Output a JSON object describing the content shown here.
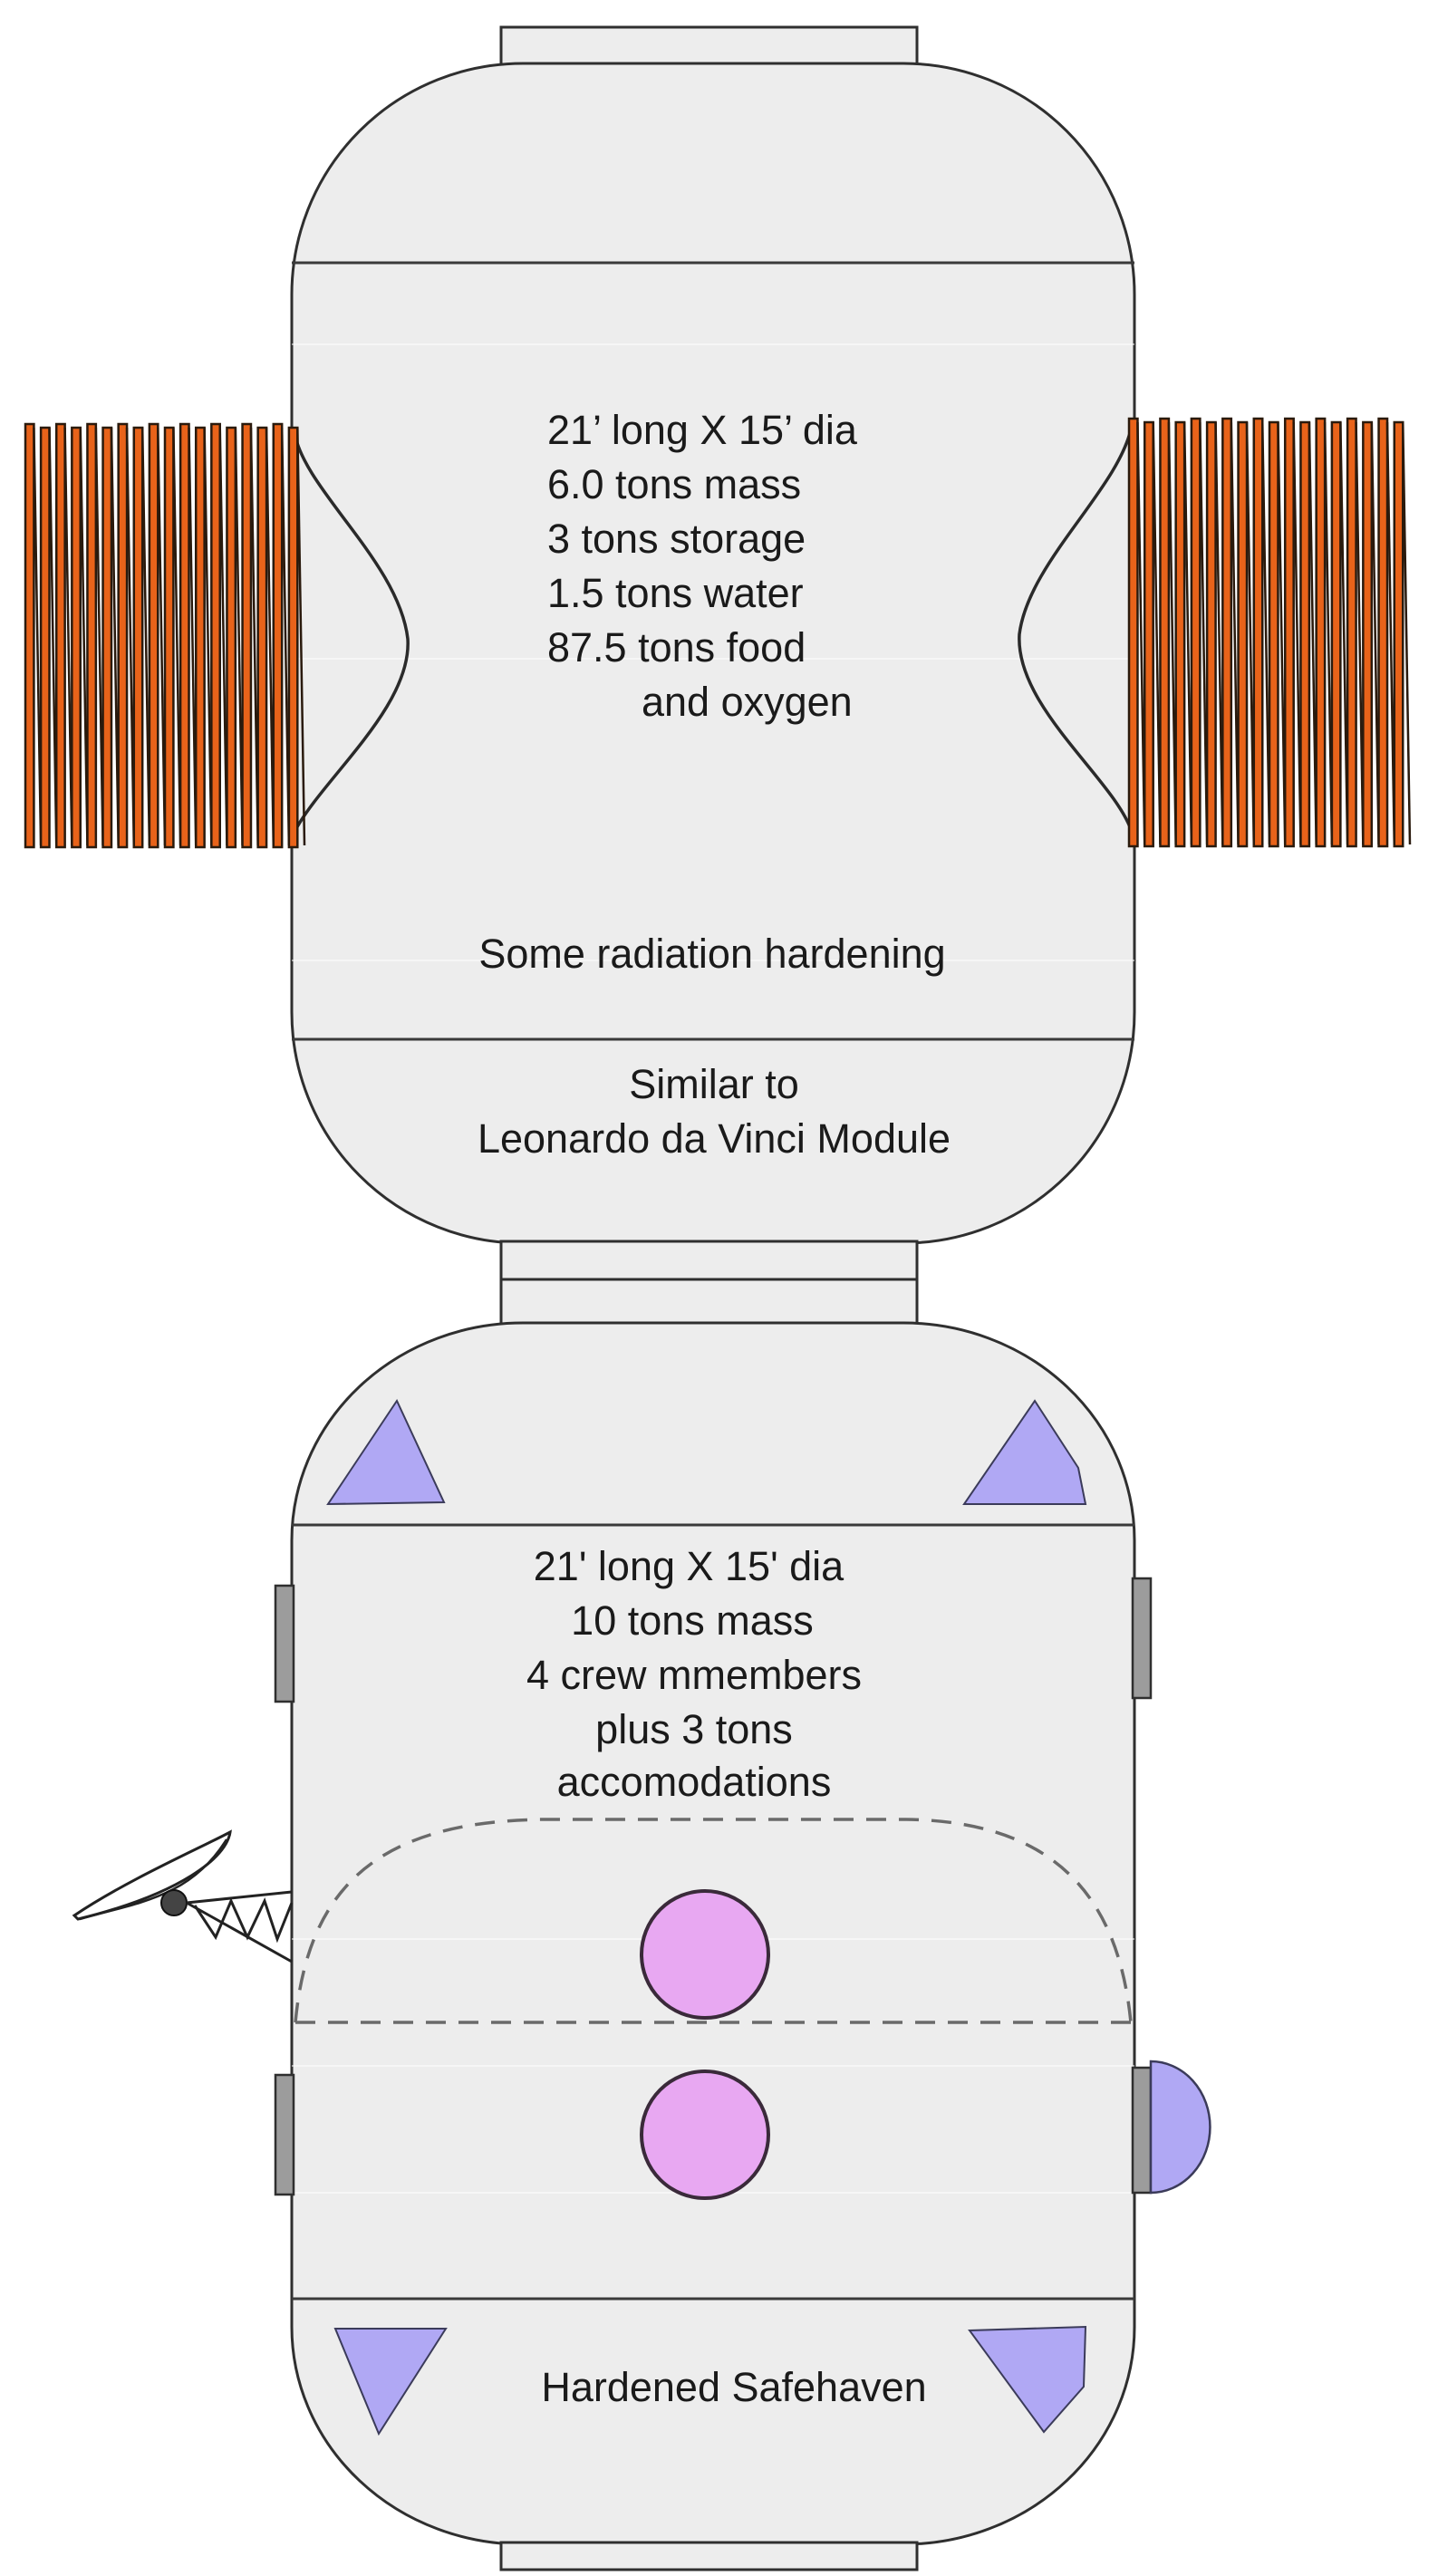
{
  "upper_module": {
    "spec_lines": [
      "21’ long X 15’ dia",
      "6.0 tons mass",
      "3 tons storage",
      "1.5 tons water",
      "87.5 tons food",
      "and oxygen"
    ],
    "hardening_label": "Some radiation hardening",
    "similar_line_1": "Similar to",
    "similar_line_2": "Leonardo da Vinci Module"
  },
  "lower_module": {
    "spec_lines": [
      "21' long X 15' dia",
      "10 tons mass",
      "4 crew mmembers",
      "plus  3 tons",
      "accomodations"
    ],
    "safehaven_label": "Hardened Safehaven"
  },
  "colors": {
    "hull_fill": "#ededed",
    "coil_orange": "#e8631a",
    "window_blue": "#b0a8f4",
    "pod_pink": "#e8a8f2",
    "hatch_gray": "#9c9c9c"
  }
}
